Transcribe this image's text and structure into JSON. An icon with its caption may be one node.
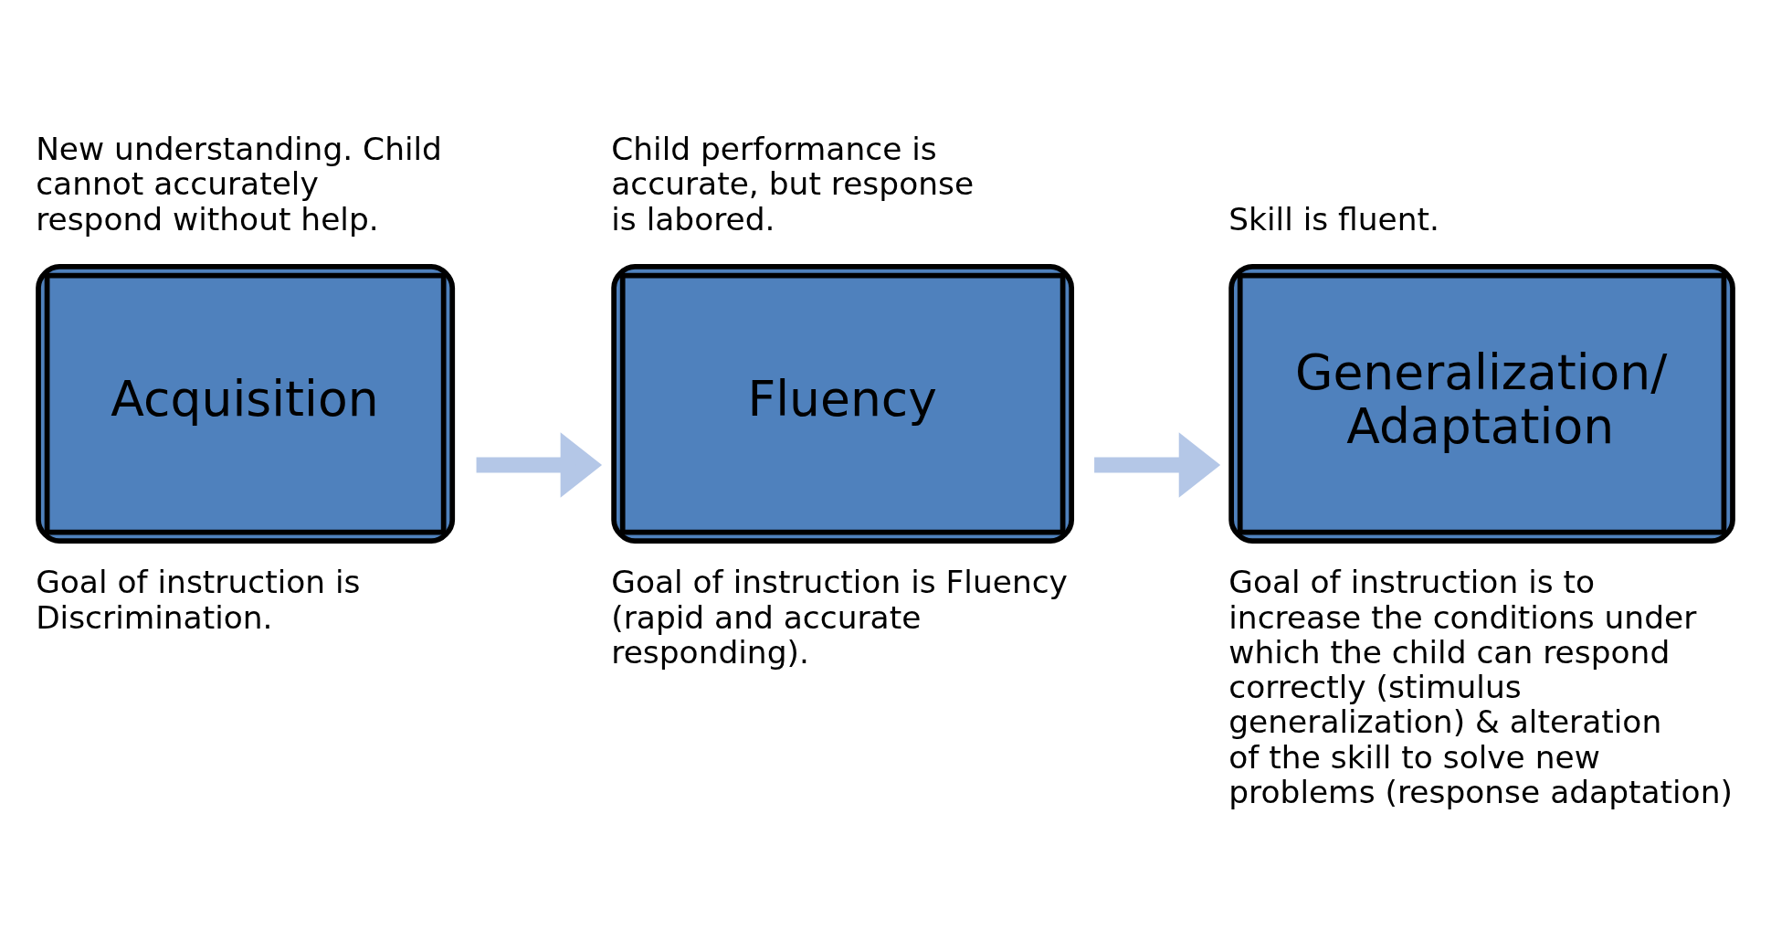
{
  "diagram": {
    "nodes": [
      {
        "text": [
          "Acquisition"
        ],
        "beside": [
          "New understanding. Child cannot accurately respond without help.",
          "Goal of instruction is Discrimination."
        ]
      },
      {
        "text": [
          "Fluency"
        ],
        "beside": [
          "Child performance is accurate, but response is labored.",
          "Goal of instruction is Fluency (rapid and accurate responding)."
        ]
      },
      {
        "text": [
          "Generalization/ Adaptation"
        ],
        "beside": [
          "Skill is fluent.",
          "Goal of instruction is to increase the conditions under which the child can respond correctly (stimulus generalization) & alteration of the skill to solve new problems (response adaptation)"
        ]
      }
    ],
    "edges": [
      {
        "from": 0,
        "to": 1,
        "arrow": "to"
      },
      {
        "from": 1,
        "to": 2,
        "arrow": "to"
      }
    ]
  }
}
